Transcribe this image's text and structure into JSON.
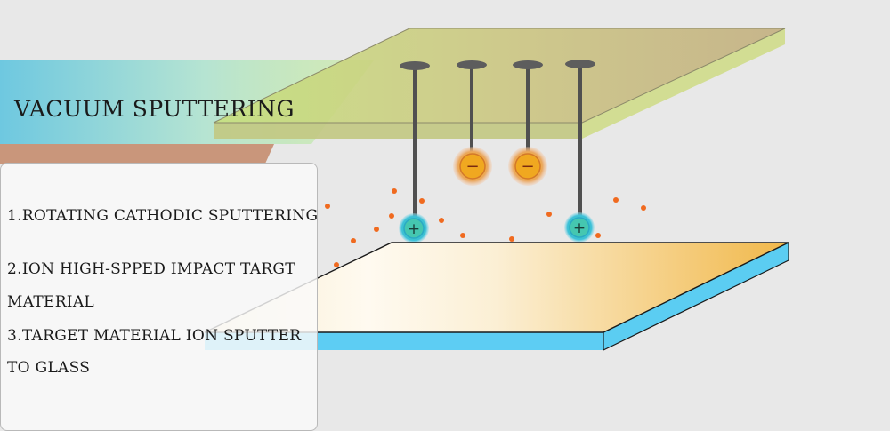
{
  "title": "VACUUM SPUTTERING",
  "steps": [
    "1.ROTATING CATHODIC SPUTTERING",
    "2.ION HIGH-SPPED IMPACT TARGT",
    "MATERIAL",
    "3.TARGET MATERIAL ION SPUTTER",
    "TO GLASS"
  ],
  "ions": {
    "positive_symbol": "+",
    "negative_symbol": "−"
  },
  "colors": {
    "target_plate": "#c9c878",
    "glass_edge": "#5bcdf2",
    "title_bar": "#7fcfe0",
    "particle": "#f06a1f",
    "positive_ion": "#3cc7b0",
    "negative_ion": "#f0a020"
  }
}
